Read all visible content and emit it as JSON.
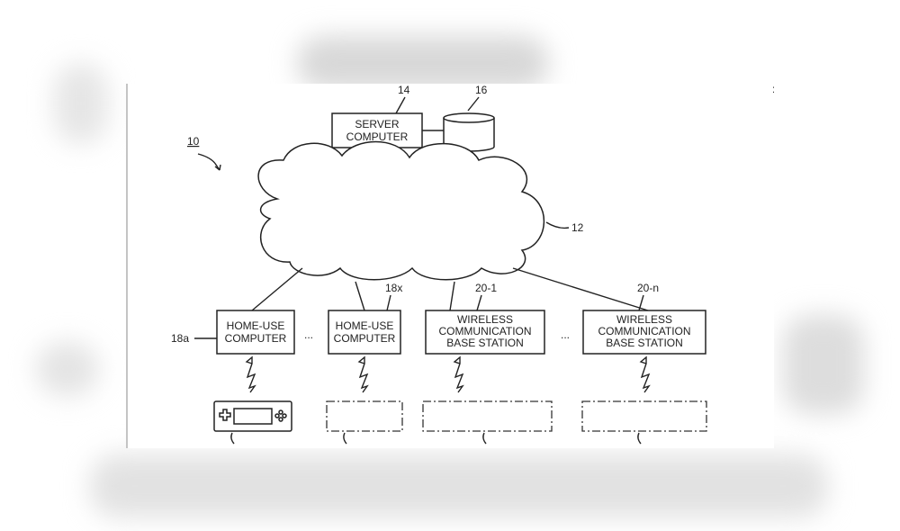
{
  "figure": {
    "ref_system": "10",
    "ref_network": "12",
    "ref_server": "14",
    "ref_db": "16",
    "ref_home_a": "18a",
    "ref_home_x": "18x",
    "ref_base_1": "20-1",
    "ref_base_n": "20-n",
    "ellipsis": "...",
    "ellipsis2": "...",
    "server": {
      "line1": "SERVER",
      "line2": "COMPUTER"
    },
    "home_a": {
      "line1": "HOME-USE",
      "line2": "COMPUTER"
    },
    "home_x": {
      "line1": "HOME-USE",
      "line2": "COMPUTER"
    },
    "base_1": {
      "line1": "WIRELESS",
      "line2": "COMMUNICATION",
      "line3": "BASE STATION"
    },
    "base_n": {
      "line1": "WIRELESS",
      "line2": "COMMUNICATION",
      "line3": "BASE STATION"
    },
    "corner_mark": ":"
  }
}
